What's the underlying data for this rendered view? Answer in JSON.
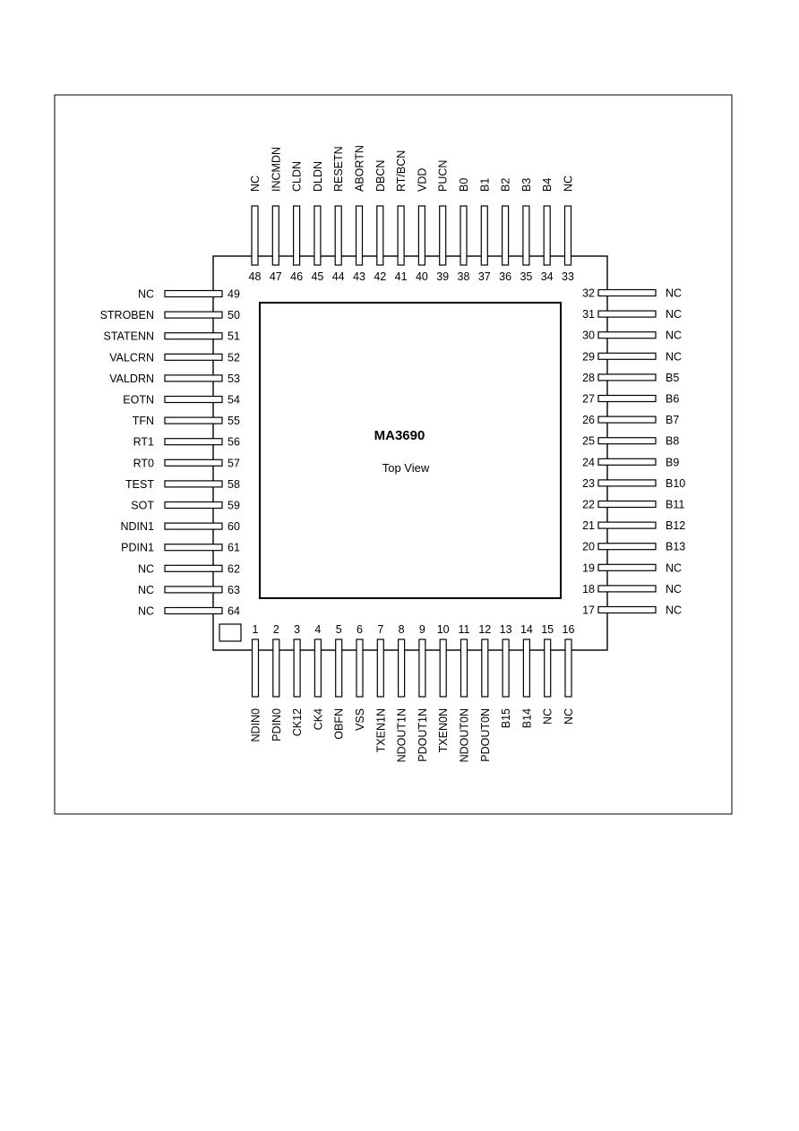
{
  "chip": {
    "name": "MA3690",
    "view": "Top View"
  },
  "pins": {
    "bottom": [
      {
        "n": "1",
        "label": "NDIN0"
      },
      {
        "n": "2",
        "label": "PDIN0"
      },
      {
        "n": "3",
        "label": "CK12"
      },
      {
        "n": "4",
        "label": "CK4"
      },
      {
        "n": "5",
        "label": "OBFN"
      },
      {
        "n": "6",
        "label": "VSS"
      },
      {
        "n": "7",
        "label": "TXEN1N"
      },
      {
        "n": "8",
        "label": "NDOUT1N"
      },
      {
        "n": "9",
        "label": "PDOUT1N"
      },
      {
        "n": "10",
        "label": "TXEN0N"
      },
      {
        "n": "11",
        "label": "NDOUT0N"
      },
      {
        "n": "12",
        "label": "PDOUT0N"
      },
      {
        "n": "13",
        "label": "B15"
      },
      {
        "n": "14",
        "label": "B14"
      },
      {
        "n": "15",
        "label": "NC"
      },
      {
        "n": "16",
        "label": "NC"
      }
    ],
    "right": [
      {
        "n": "17",
        "label": "NC"
      },
      {
        "n": "18",
        "label": "NC"
      },
      {
        "n": "19",
        "label": "NC"
      },
      {
        "n": "20",
        "label": "B13"
      },
      {
        "n": "21",
        "label": "B12"
      },
      {
        "n": "22",
        "label": "B11"
      },
      {
        "n": "23",
        "label": "B10"
      },
      {
        "n": "24",
        "label": "B9"
      },
      {
        "n": "25",
        "label": "B8"
      },
      {
        "n": "26",
        "label": "B7"
      },
      {
        "n": "27",
        "label": "B6"
      },
      {
        "n": "28",
        "label": "B5"
      },
      {
        "n": "29",
        "label": "NC"
      },
      {
        "n": "30",
        "label": "NC"
      },
      {
        "n": "31",
        "label": "NC"
      },
      {
        "n": "32",
        "label": "NC"
      }
    ],
    "top": [
      {
        "n": "33",
        "label": "NC"
      },
      {
        "n": "34",
        "label": "B4"
      },
      {
        "n": "35",
        "label": "B3"
      },
      {
        "n": "36",
        "label": "B2"
      },
      {
        "n": "37",
        "label": "B1"
      },
      {
        "n": "38",
        "label": "B0"
      },
      {
        "n": "39",
        "label": "PUCN"
      },
      {
        "n": "40",
        "label": "VDD"
      },
      {
        "n": "41",
        "label": "RT/BCN"
      },
      {
        "n": "42",
        "label": "DBCN"
      },
      {
        "n": "43",
        "label": "ABORTN"
      },
      {
        "n": "44",
        "label": "RESETN"
      },
      {
        "n": "45",
        "label": "DLDN"
      },
      {
        "n": "46",
        "label": "CLDN"
      },
      {
        "n": "47",
        "label": "INCMDN"
      },
      {
        "n": "48",
        "label": "NC"
      }
    ],
    "left": [
      {
        "n": "49",
        "label": "NC"
      },
      {
        "n": "50",
        "label": "STROBEN"
      },
      {
        "n": "51",
        "label": "STATENN"
      },
      {
        "n": "52",
        "label": "VALCRN"
      },
      {
        "n": "53",
        "label": "VALDRN"
      },
      {
        "n": "54",
        "label": "EOTN"
      },
      {
        "n": "55",
        "label": "TFN"
      },
      {
        "n": "56",
        "label": "RT1"
      },
      {
        "n": "57",
        "label": "RT0"
      },
      {
        "n": "58",
        "label": "TEST"
      },
      {
        "n": "59",
        "label": "SOT"
      },
      {
        "n": "60",
        "label": "NDIN1"
      },
      {
        "n": "61",
        "label": "PDIN1"
      },
      {
        "n": "62",
        "label": "NC"
      },
      {
        "n": "63",
        "label": "NC"
      },
      {
        "n": "64",
        "label": "NC"
      }
    ]
  }
}
